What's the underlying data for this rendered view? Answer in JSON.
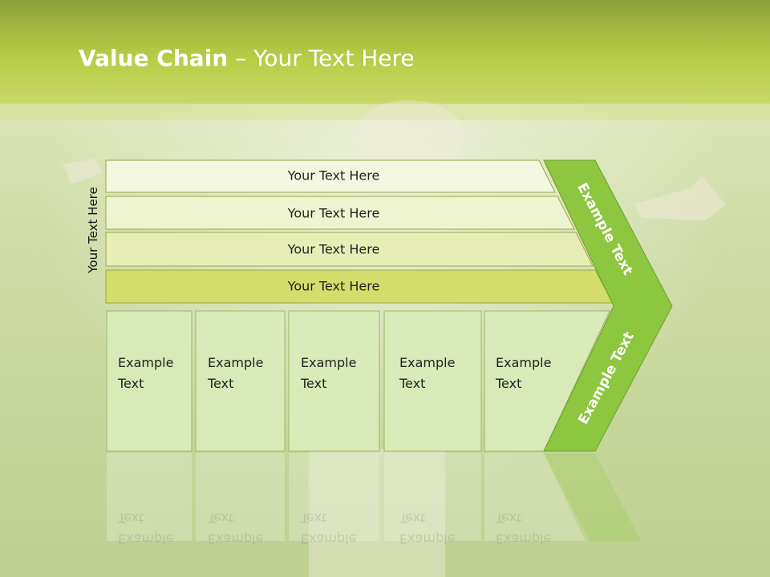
{
  "title": {
    "bold": "Value Chain",
    "rest": " – Your Text Here"
  },
  "side_label": "Your Text Here",
  "rows": [
    {
      "label": "Your Text Here"
    },
    {
      "label": "Your Text Here"
    },
    {
      "label": "Your Text Here"
    },
    {
      "label": "Your Text Here"
    }
  ],
  "boxes": [
    {
      "line1": "Example",
      "line2": "Text"
    },
    {
      "line1": "Example",
      "line2": "Text"
    },
    {
      "line1": "Example",
      "line2": "Text"
    },
    {
      "line1": "Example",
      "line2": "Text"
    },
    {
      "line1": "Example",
      "line2": "Text"
    }
  ],
  "arrow_labels": {
    "top": "Example Text",
    "bottom": "Example Text"
  },
  "colors": {
    "accent_green": "#8cc63f",
    "row_fill_light": "#f2f6dc",
    "row_fill_dark": "#d4df6c",
    "box_fill": "#d8ebb5",
    "header_green": "#a9c23b"
  }
}
